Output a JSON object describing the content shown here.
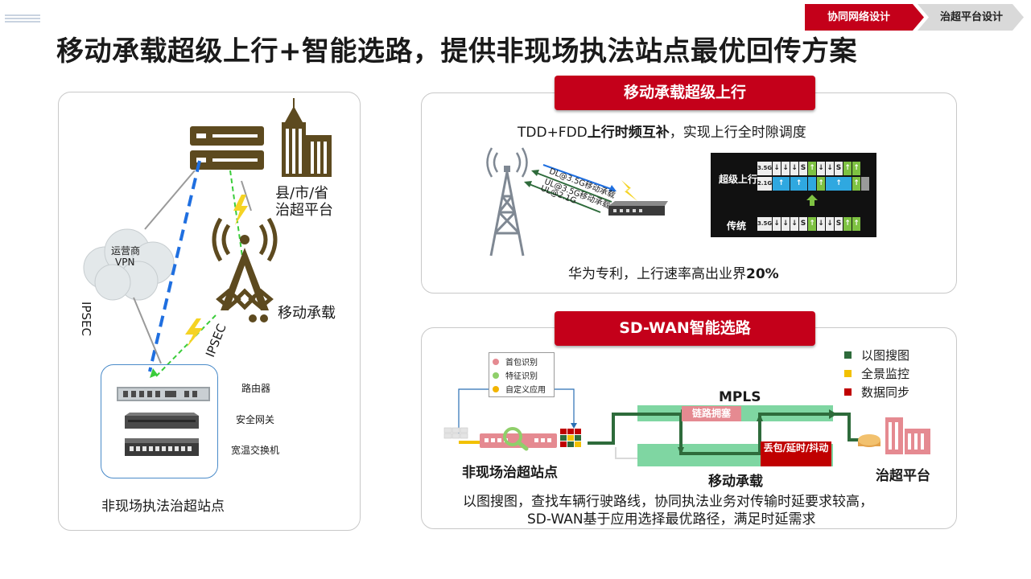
{
  "page": {
    "title": "移动承载超级上行+智能选路，提供非现场执法站点最优回传方案"
  },
  "nav": {
    "active_tab": "协同网络设计",
    "inactive_tab": "治超平台设计"
  },
  "left_panel": {
    "county_platform_line1": "县/市/省",
    "county_platform_line2": "治超平台",
    "vpn_line1": "运营商",
    "vpn_line2": "VPN",
    "mobile_bearer": "移动承载",
    "ipsec_left": "IPSEC",
    "ipsec_right": "IPSEC",
    "router": "路由器",
    "security_gateway": "安全网关",
    "wide_temp_switch": "宽温交换机",
    "site_caption": "非现场执法治超站点"
  },
  "top_section": {
    "title": "移动承载超级上行",
    "tdd_prefix": "TDD+FDD",
    "tdd_bold": "上行时频互补",
    "tdd_suffix": "，实现上行全时隙调度",
    "link_dl": "DL@3.5G移动承载",
    "link_ul1": "UL@3.5G移动承载",
    "link_ul2": "UL@2.1G",
    "row_super": "超级上行",
    "row_normal": "传统",
    "band_35": "3.5G",
    "band_21": "2.1G",
    "slot_s": "S",
    "slot_down": "↓",
    "slot_up": "↑",
    "patent_prefix": "华为专利，上行速率高出业界",
    "patent_bold": "20%"
  },
  "bottom_section": {
    "title": "SD-WAN智能选路",
    "mini_legend": [
      {
        "label": "首包识别",
        "color": "#e58a91"
      },
      {
        "label": "特征识别",
        "color": "#8fcf6a"
      },
      {
        "label": "自定义应用",
        "color": "#f2b400"
      }
    ],
    "legend": [
      {
        "label": "以图搜图",
        "color": "#2e6b3b"
      },
      {
        "label": "全景监控",
        "color": "#f2c100"
      },
      {
        "label": "数据同步",
        "color": "#c00000"
      }
    ],
    "mpls": "MPLS",
    "congestion": "链路拥塞",
    "loss": "丢包/延时/抖动",
    "mobile": "移动承载",
    "site": "非现场治超站点",
    "platform": "治超平台",
    "desc_line1": "以图搜图，查找车辆行驶路线，协同执法业务对传输时延要求较高，",
    "desc_line2": "SD-WAN基于应用选择最优路径，满足时延需求"
  },
  "colors": {
    "brand_red": "#c4001a",
    "olive": "#5d4a1f",
    "blue_link": "#1f6fe0",
    "green_link": "#3acc3a",
    "path_green": "#2e6b3b",
    "band_green": "#7fd6a2",
    "slot_blue": "#2fa8e0",
    "slot_green": "#7ec242"
  },
  "icons": [
    "server-icon",
    "building-icon",
    "cloud-icon",
    "tower-icon",
    "lightning-icon",
    "router-icon",
    "gateway-icon",
    "switch-icon",
    "cell-tower-icon",
    "cpe-device-icon",
    "magnifier-icon",
    "platform-building-icon"
  ]
}
